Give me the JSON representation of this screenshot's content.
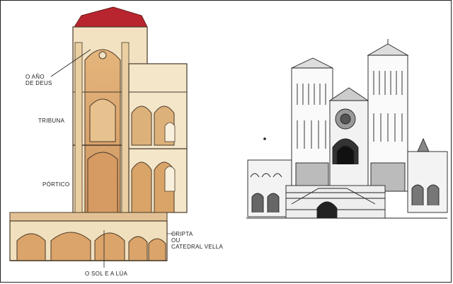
{
  "labels": {
    "ano_de_deus_line1": "O AÑO",
    "ano_de_deus_line2": "DE DEUS",
    "tribuna": "TRIBUNA",
    "portico": "PÓRTICO",
    "cripta_line1": "CRIPTA",
    "cripta_line2": "OU",
    "cripta_line3": "CATEDRAL VELLA",
    "sol_e_lua": "O SOL E A LÚA"
  },
  "colors": {
    "roof": "#b8252e",
    "wash_dark": "#d9a66a",
    "wash_light": "#f1ddb8",
    "ink": "#4a3a2a",
    "sketch_ink": "#222222"
  }
}
